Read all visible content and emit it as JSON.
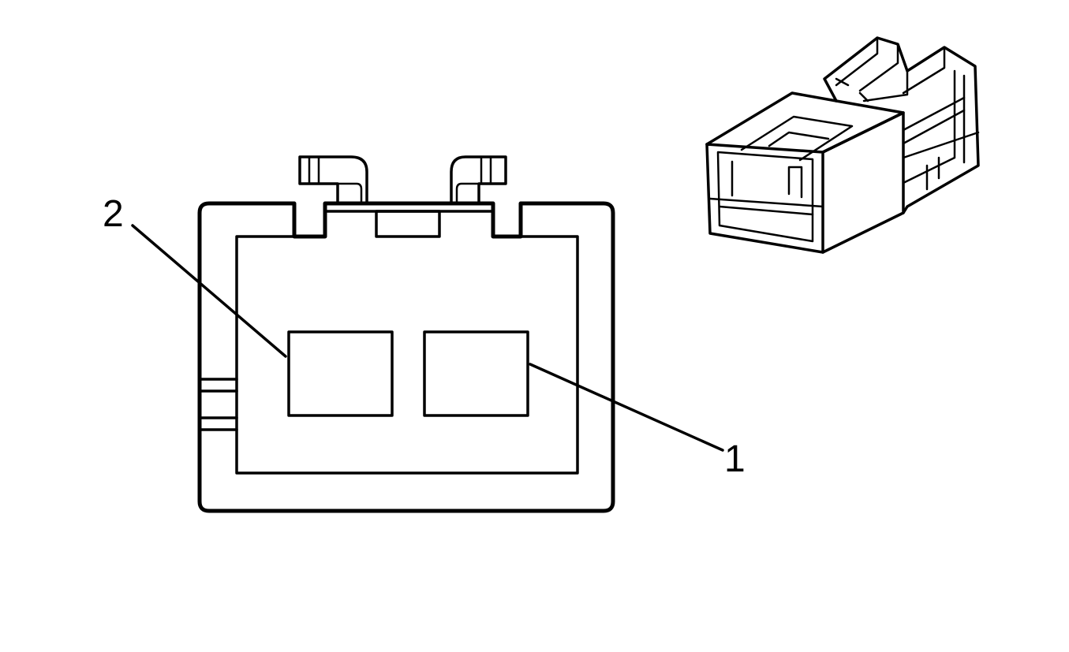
{
  "diagram": {
    "callouts": [
      {
        "id": "terminal-2",
        "label": "2"
      },
      {
        "id": "terminal-1",
        "label": "1"
      }
    ],
    "colors": {
      "line": "#000000",
      "background": "#ffffff"
    }
  }
}
